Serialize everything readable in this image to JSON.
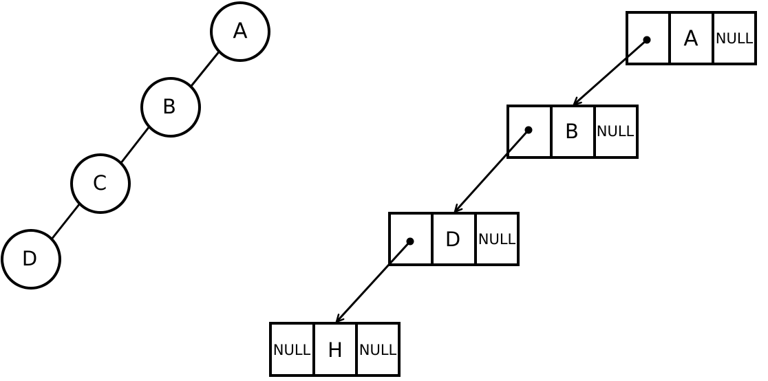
{
  "tree": {
    "nodes": [
      {
        "label": "A"
      },
      {
        "label": "B"
      },
      {
        "label": "C"
      },
      {
        "label": "D"
      }
    ]
  },
  "linked_nodes": [
    {
      "left": "",
      "center": "A",
      "right": "NULL"
    },
    {
      "left": "",
      "center": "B",
      "right": "NULL"
    },
    {
      "left": "",
      "center": "D",
      "right": "NULL"
    },
    {
      "left": "NULL",
      "center": "H",
      "right": "NULL"
    }
  ],
  "colors": {
    "stroke": "#000000",
    "background": "#ffffff"
  }
}
